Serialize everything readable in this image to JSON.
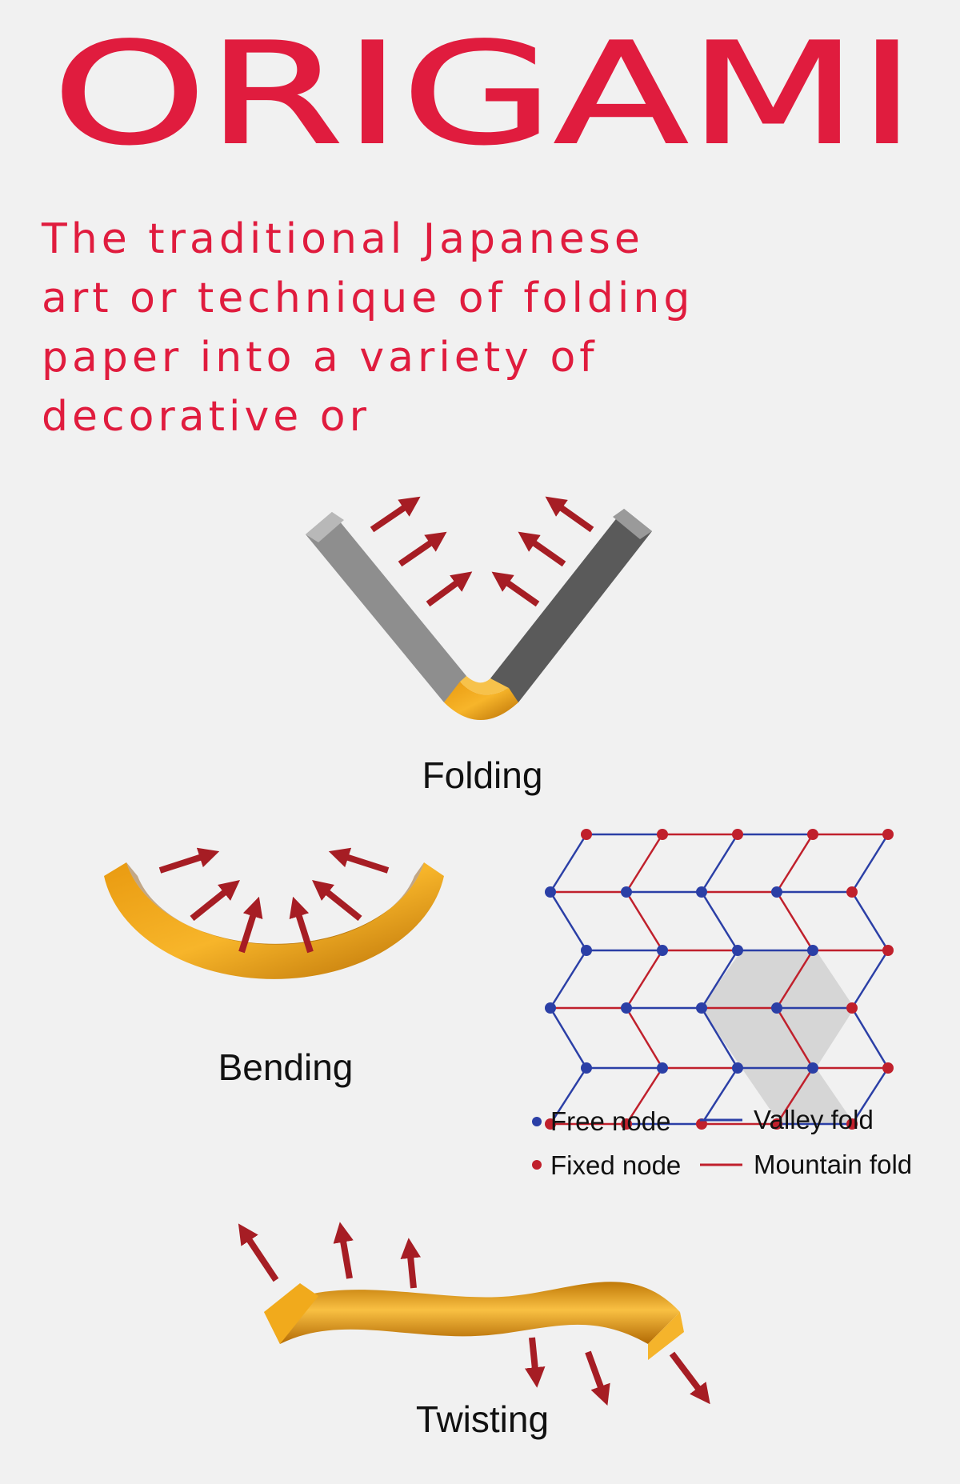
{
  "header": {
    "title": "ORIGAMI",
    "subtitle_lines": [
      "The traditional Japanese",
      "art or technique of folding",
      "paper into a variety of",
      "decorative or"
    ]
  },
  "diagram": {
    "folding_label": "Folding",
    "bending_label": "Bending",
    "twisting_label": "Twisting",
    "legend": {
      "free_node": "Free node",
      "fixed_node": "Fixed node",
      "valley_fold": "Valley fold",
      "mountain_fold": "Mountain fold"
    }
  },
  "colors": {
    "accent": "#e01c3e",
    "arrow": "#a61d24",
    "orange": "#f2a516",
    "valley_blue": "#2b3fa6",
    "mountain_red": "#c0202c"
  }
}
